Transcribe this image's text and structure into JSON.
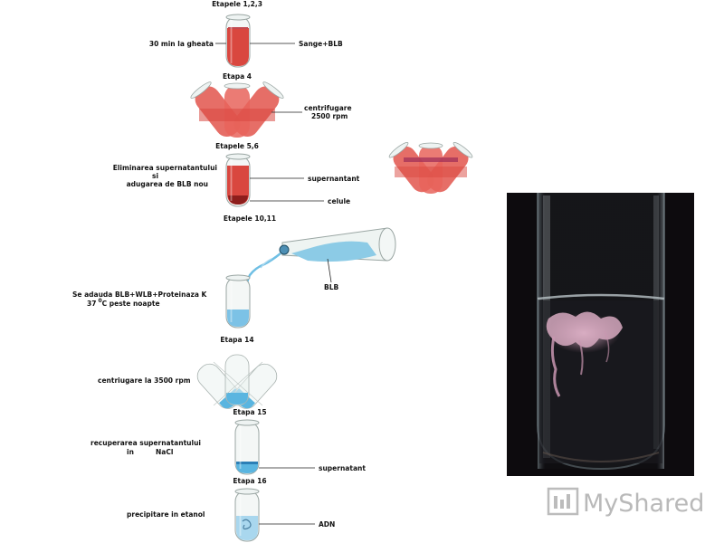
{
  "stages": {
    "s123": "Etapele 1,2,3",
    "s4": "Etapa 4",
    "s56": "Etapele 5,6",
    "s1011": "Etapele 10,11",
    "s14": "Etapa 14",
    "s15": "Etapa 15",
    "s16": "Etapa 16"
  },
  "labels": {
    "ice": "30 min la gheata",
    "blood": "Sange+BLB",
    "centrif1": "centrifugare",
    "rpm1": "2500 rpm",
    "remove1": "Eliminarea supernatantului",
    "si": "si",
    "add_blb": "adugarea de BLB nou",
    "supernatant1": "supernantant",
    "cells": "celule",
    "add_mix_a": "Se adauda BLB+WLB+Proteinaza K",
    "temp": "37",
    "deg": "0",
    "temp_unit": "C peste noapte",
    "blb": "BLB",
    "centrif2": "centriugare la 3500 rpm",
    "recover": "recuperarea supernatantului",
    "in": "in",
    "nacl": "NaCl",
    "supernatant2": "supernatant",
    "precip": "precipitare in etanol",
    "dna": "ADN"
  },
  "watermark": "MyShared",
  "colors": {
    "blood": "#d9473f",
    "blood_dark": "#b92d29",
    "blue": "#5ab5e0",
    "blue_light": "#a9d7ee",
    "photo_bg": "#0d0b0e",
    "dna": "#d7a9c0"
  }
}
